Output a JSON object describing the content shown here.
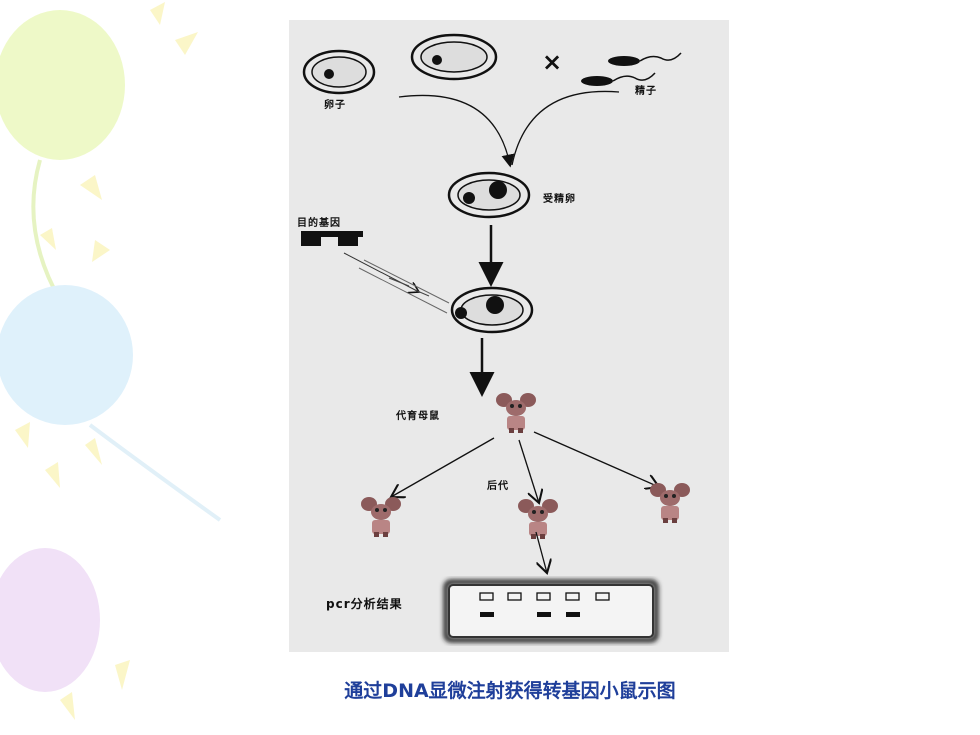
{
  "diagram": {
    "labels": {
      "egg": "卵子",
      "sperm": "精子",
      "cross_symbol": "×",
      "fertilized_egg": "受精卵",
      "target_gene": "目的基因",
      "foster_mother": "代育母鼠",
      "offspring": "后代",
      "pcr_result": "pcr分析结果"
    }
  },
  "caption": "通过DNA显微注射获得转基因小鼠示图"
}
